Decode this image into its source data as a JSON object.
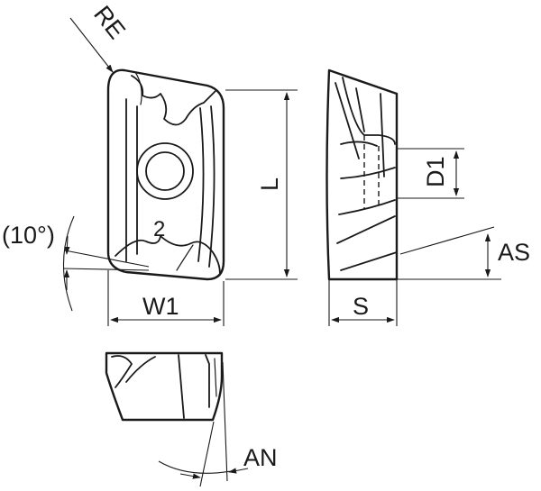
{
  "labels": {
    "corner_radius": "RE",
    "clearance_angle": "(10°)",
    "length": "L",
    "width": "W1",
    "thickness": "S",
    "hole_diameter": "D1",
    "axial_angle": "AS",
    "approach_angle": "AN"
  },
  "colors": {
    "line": "#1a1a1a",
    "background": "#ffffff"
  }
}
